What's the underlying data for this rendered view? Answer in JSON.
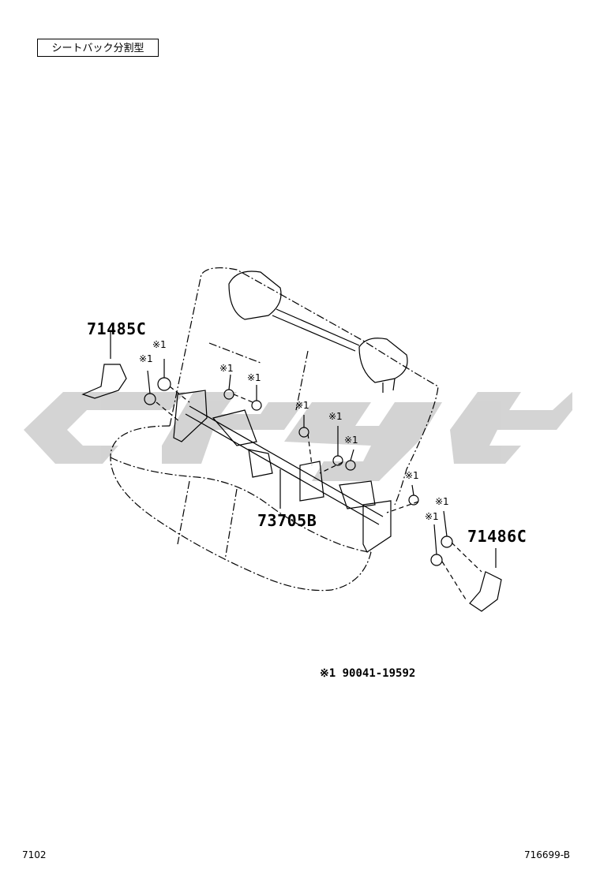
{
  "header": {
    "variant_label": "シートバック分割型"
  },
  "parts": {
    "p71485c": "71485C",
    "p73705b": "73705B",
    "p71486c": "71486C"
  },
  "mark": "※1",
  "note": {
    "mark": "※1",
    "part_number": "90041-19592"
  },
  "footer": {
    "left_code": "7102",
    "right_code": "716699-B"
  },
  "colors": {
    "line": "#000000",
    "watermark": "#cfcfcf"
  }
}
